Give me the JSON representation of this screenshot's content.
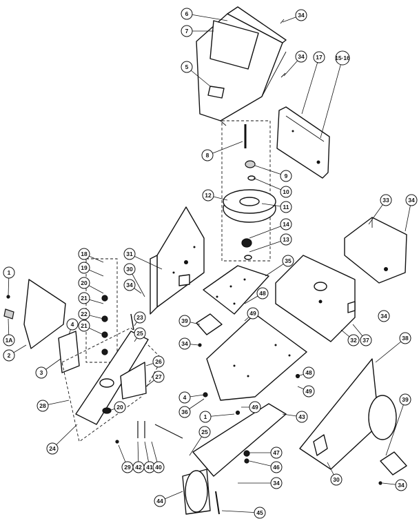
{
  "callouts": [
    {
      "id": "6",
      "label": "6"
    },
    {
      "id": "7",
      "label": "7"
    },
    {
      "id": "34a",
      "label": "34"
    },
    {
      "id": "34b",
      "label": "34"
    },
    {
      "id": "5",
      "label": "5"
    },
    {
      "id": "17",
      "label": "17"
    },
    {
      "id": "15-16",
      "label": "15·16"
    },
    {
      "id": "8",
      "label": "8"
    },
    {
      "id": "9",
      "label": "9"
    },
    {
      "id": "10",
      "label": "10"
    },
    {
      "id": "11",
      "label": "11"
    },
    {
      "id": "12",
      "label": "12"
    },
    {
      "id": "14",
      "label": "14"
    },
    {
      "id": "13",
      "label": "13"
    },
    {
      "id": "33",
      "label": "33"
    },
    {
      "id": "34c",
      "label": "34"
    },
    {
      "id": "31",
      "label": "31"
    },
    {
      "id": "30a",
      "label": "30"
    },
    {
      "id": "34d",
      "label": "34"
    },
    {
      "id": "35",
      "label": "35"
    },
    {
      "id": "18",
      "label": "18"
    },
    {
      "id": "19",
      "label": "19"
    },
    {
      "id": "20a",
      "label": "20"
    },
    {
      "id": "21a",
      "label": "21"
    },
    {
      "id": "22",
      "label": "22"
    },
    {
      "id": "21b",
      "label": "21"
    },
    {
      "id": "1a",
      "label": "1"
    },
    {
      "id": "1A",
      "label": "1A"
    },
    {
      "id": "2",
      "label": "2"
    },
    {
      "id": "4a",
      "label": "4"
    },
    {
      "id": "3",
      "label": "3"
    },
    {
      "id": "23",
      "label": "23"
    },
    {
      "id": "25",
      "label": "25"
    },
    {
      "id": "26",
      "label": "26"
    },
    {
      "id": "27",
      "label": "27"
    },
    {
      "id": "20b",
      "label": "20"
    },
    {
      "id": "28",
      "label": "28"
    },
    {
      "id": "24",
      "label": "24"
    },
    {
      "id": "48a",
      "label": "48"
    },
    {
      "id": "49a",
      "label": "49"
    },
    {
      "id": "39a",
      "label": "39"
    },
    {
      "id": "34e",
      "label": "34"
    },
    {
      "id": "34f",
      "label": "34"
    },
    {
      "id": "32",
      "label": "32"
    },
    {
      "id": "37",
      "label": "37"
    },
    {
      "id": "38",
      "label": "38"
    },
    {
      "id": "48b",
      "label": "48"
    },
    {
      "id": "49b",
      "label": "49"
    },
    {
      "id": "4b",
      "label": "4"
    },
    {
      "id": "36",
      "label": "36"
    },
    {
      "id": "1b",
      "label": "1"
    },
    {
      "id": "49c",
      "label": "49"
    },
    {
      "id": "43",
      "label": "43"
    },
    {
      "id": "39b",
      "label": "39"
    },
    {
      "id": "29",
      "label": "29"
    },
    {
      "id": "42",
      "label": "42"
    },
    {
      "id": "41",
      "label": "41"
    },
    {
      "id": "40",
      "label": "40"
    },
    {
      "id": "25b",
      "label": "25"
    },
    {
      "id": "47",
      "label": "47"
    },
    {
      "id": "46",
      "label": "46"
    },
    {
      "id": "34g",
      "label": "34"
    },
    {
      "id": "30b",
      "label": "30"
    },
    {
      "id": "34h",
      "label": "34"
    },
    {
      "id": "44",
      "label": "44"
    },
    {
      "id": "45",
      "label": "45"
    }
  ]
}
